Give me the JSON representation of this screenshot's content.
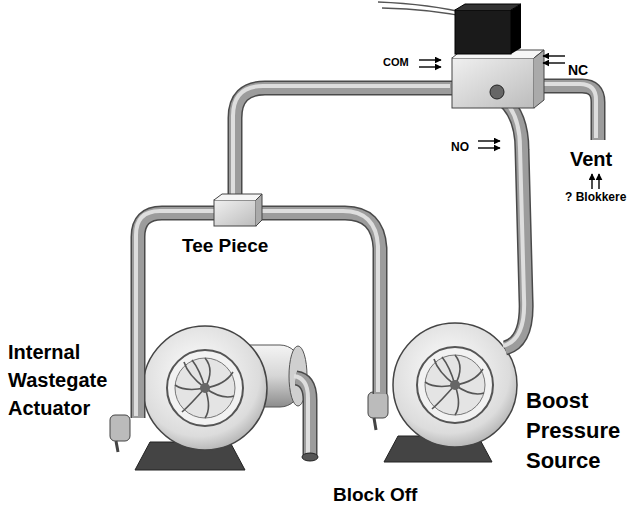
{
  "diagram": {
    "labels": [
      "COM",
      "NC",
      "NO",
      "Vent",
      "? Blokkere",
      "Tee Piece",
      "Internal Wastegate Actuator",
      "Block Off",
      "Boost Pressure Source"
    ]
  }
}
